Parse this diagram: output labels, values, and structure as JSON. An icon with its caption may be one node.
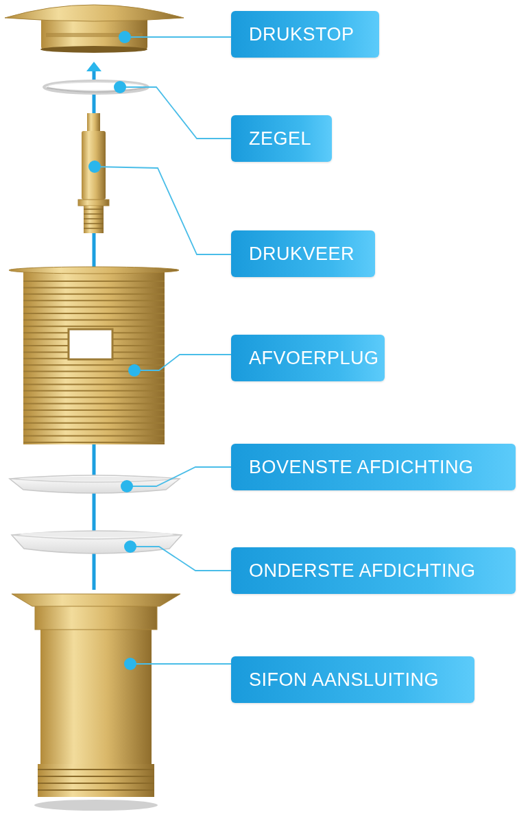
{
  "diagram": {
    "nodes": [
      {
        "text": [
          "DRUKSTOP"
        ]
      },
      {
        "text": [
          "ZEGEL"
        ]
      },
      {
        "text": [
          "DRUKVEER"
        ]
      },
      {
        "text": [
          "AFVOERPLUG"
        ]
      },
      {
        "text": [
          "BOVENSTE AFDICHTING"
        ]
      },
      {
        "text": [
          "ONDERSTE AFDICHTING"
        ]
      },
      {
        "text": [
          "SIFON AANSLUITING"
        ]
      },
      {
        "text": [],
        "shape": "picture"
      },
      {
        "text": [],
        "shape": "picture"
      },
      {
        "text": [],
        "shape": "picture"
      },
      {
        "text": [],
        "shape": "picture"
      },
      {
        "text": [],
        "shape": "picture"
      },
      {
        "text": [],
        "shape": "picture"
      },
      {
        "text": [],
        "shape": "picture"
      }
    ],
    "edges": [
      {
        "from": 0,
        "to": 7,
        "arrow": "other"
      },
      {
        "from": 1,
        "to": 8,
        "arrow": "other"
      },
      {
        "from": 2,
        "to": 9,
        "arrow": "other"
      },
      {
        "from": 3,
        "to": 10,
        "arrow": "other"
      },
      {
        "from": 4,
        "to": 11,
        "arrow": "other"
      },
      {
        "from": 5,
        "to": 12,
        "arrow": "other"
      },
      {
        "from": 6,
        "to": 13,
        "arrow": "other"
      }
    ]
  }
}
